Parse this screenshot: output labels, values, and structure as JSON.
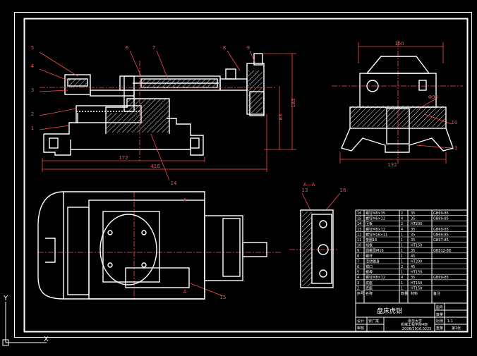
{
  "balloons": [
    "5",
    "4",
    "3",
    "2",
    "1",
    "6",
    "7",
    "8",
    "9",
    "14",
    "13",
    "16",
    "15",
    "10",
    "11"
  ],
  "dims": {
    "top_left_width": "172",
    "total_width": "418",
    "side_h1": "185",
    "side_h2": "83",
    "right_top": "150",
    "right_bottom": "132",
    "bore": "Φ95"
  },
  "section_label": "A—A",
  "section_marks": [
    "A",
    "A"
  ],
  "bom_rows": [
    {
      "no": "16",
      "name": "螺钉M8×35",
      "qty": "2",
      "mat": "35",
      "note": "GB69-85"
    },
    {
      "no": "15",
      "name": "螺钉M6×12",
      "qty": "4",
      "mat": "35",
      "note": "GB69-85"
    },
    {
      "no": "14",
      "name": "压板",
      "qty": "2",
      "mat": "HT200",
      "note": ""
    },
    {
      "no": "13",
      "name": "螺钉M8×12",
      "qty": "4",
      "mat": "35",
      "note": "GB69-85"
    },
    {
      "no": "12",
      "name": "螺钉M16×11",
      "qty": "1",
      "mat": "35",
      "note": "GB69-85"
    },
    {
      "no": "11",
      "name": "垫圈16",
      "qty": "1",
      "mat": "35",
      "note": "GB97-85"
    },
    {
      "no": "10",
      "name": "挡板",
      "qty": "1",
      "mat": "HT150",
      "note": ""
    },
    {
      "no": "9",
      "name": "圆螺母M16",
      "qty": "1",
      "mat": "35",
      "note": "GB812-88"
    },
    {
      "no": "8",
      "name": "螺杆",
      "qty": "1",
      "mat": "45",
      "note": ""
    },
    {
      "no": "7",
      "name": "活动钳身",
      "qty": "1",
      "mat": "HT200",
      "note": ""
    },
    {
      "no": "6",
      "name": "钳口",
      "qty": "2",
      "mat": "45",
      "note": ""
    },
    {
      "no": "5",
      "name": "螺母",
      "qty": "1",
      "mat": "HT150",
      "note": ""
    },
    {
      "no": "4",
      "name": "螺钉M8×12",
      "qty": "4",
      "mat": "35",
      "note": "GB69-85"
    },
    {
      "no": "3",
      "name": "底座",
      "qty": "1",
      "mat": "HT150",
      "note": ""
    },
    {
      "no": "2",
      "name": "底座",
      "qty": "1",
      "mat": "HT150",
      "note": ""
    }
  ],
  "bom_header": {
    "no": "序号",
    "name": "名称",
    "qty": "数量",
    "mat": "材料",
    "note": "备注"
  },
  "title_block": {
    "title": "盘床虎钳",
    "fig_label": "图号",
    "qty_label": "数量",
    "scale_label": "比例",
    "scale_value": "1:1",
    "weight_label": "重量",
    "sheet_value": "第1张",
    "designer_label": "设计",
    "checker_label": "审核",
    "designer_name": "安广斌",
    "school": "嘉华大学",
    "dept": "机械工程学院4班",
    "date": "2008/2016.0225"
  },
  "ucs": {
    "x": "X",
    "y": "Y"
  }
}
